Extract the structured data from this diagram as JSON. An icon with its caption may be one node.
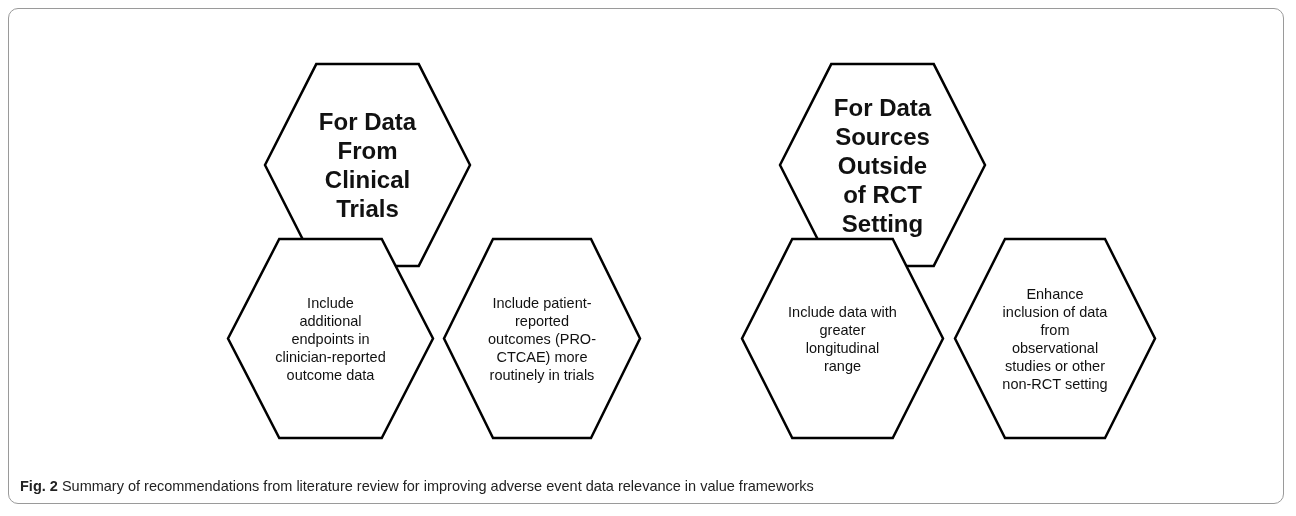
{
  "diagram": {
    "caption": "**Fig. 2** Summary of recommendations from literature review for improving adverse event data relevance in value frameworks",
    "nodes": [
      {
        "text": [
          "For Data From Clinical Trials"
        ]
      },
      {
        "text": [
          "For Data Sources Outside of RCT Setting"
        ]
      },
      {
        "text": [
          "Include additional endpoints in clinician-reported outcome data"
        ]
      },
      {
        "text": [
          "Include patient-reported outcomes (PRO-CTCAE) more routinely in trials"
        ]
      },
      {
        "text": [
          "Include data with greater longitudinal range"
        ]
      },
      {
        "text": [
          "Enhance inclusion of data from observational studies or other non-RCT setting"
        ]
      }
    ],
    "edges": []
  }
}
